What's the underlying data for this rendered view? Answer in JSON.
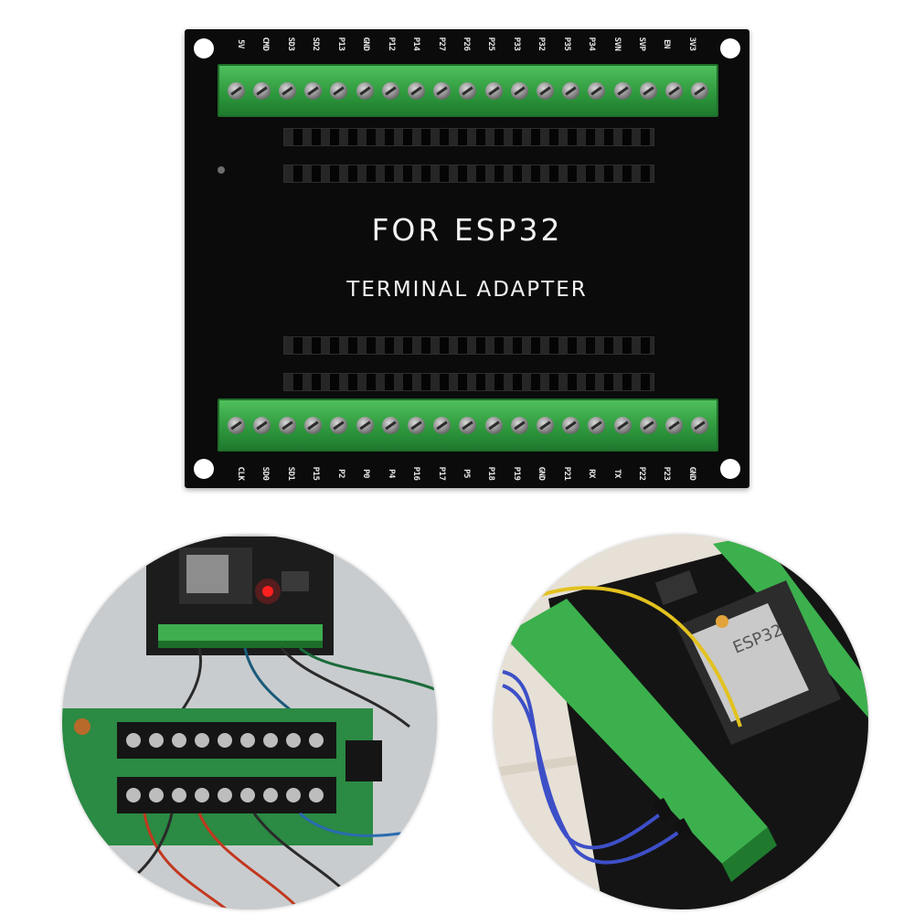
{
  "board": {
    "title": "FOR ESP32",
    "subtitle": "TERMINAL ADAPTER",
    "top_pins": [
      "5V",
      "CMD",
      "SD3",
      "SD2",
      "P13",
      "GND",
      "P12",
      "P14",
      "P27",
      "P26",
      "P25",
      "P33",
      "P32",
      "P35",
      "P34",
      "SVN",
      "SVP",
      "EN",
      "3V3"
    ],
    "bottom_pins": [
      "CLK",
      "SD0",
      "SD1",
      "P15",
      "P2",
      "P0",
      "P4",
      "P16",
      "P17",
      "P5",
      "P18",
      "P19",
      "GND",
      "P21",
      "RX",
      "TX",
      "P22",
      "P23",
      "GND"
    ]
  },
  "right_photo": {
    "module_label": "ESP32"
  },
  "colors": {
    "pcb": "#0b0b0b",
    "terminal_green": "#2f9a3e",
    "silkscreen": "#f2f2f2"
  }
}
